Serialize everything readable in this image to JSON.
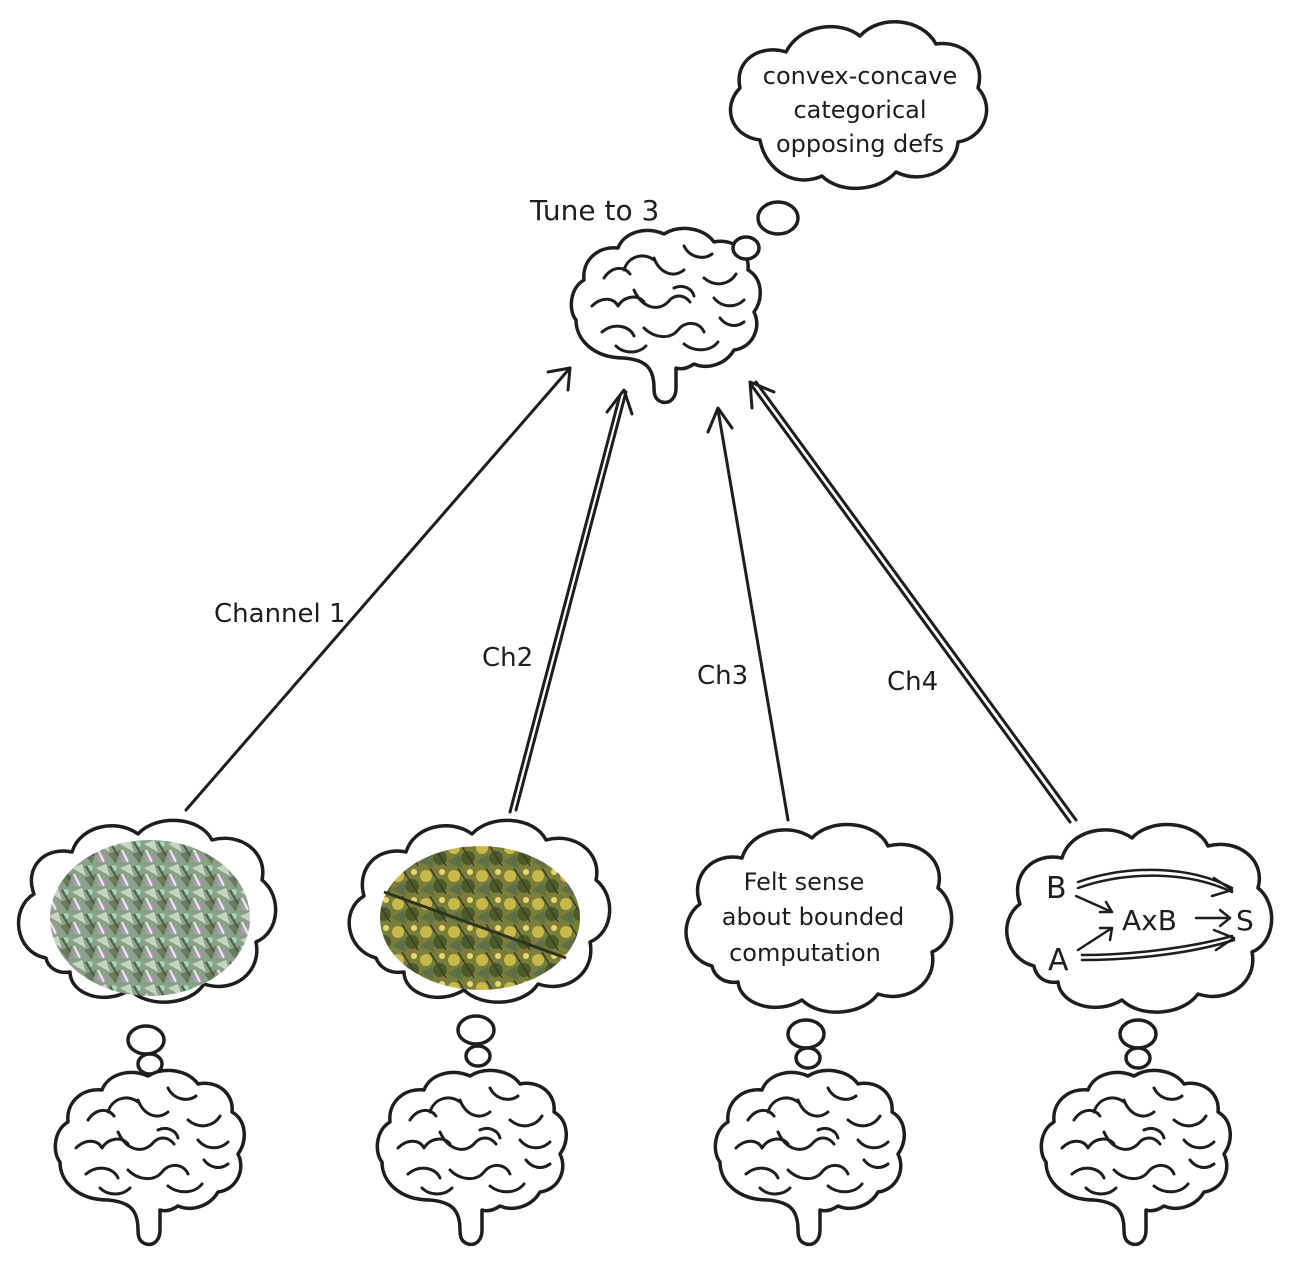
{
  "top": {
    "title": "Tune to 3",
    "thought_lines": [
      "convex-concave",
      "categorical",
      "opposing defs"
    ]
  },
  "channels": [
    {
      "label": "Channel 1",
      "thought": "image"
    },
    {
      "label": "Ch2",
      "thought": "image"
    },
    {
      "label": "Ch3",
      "thought_lines": [
        "Felt sense",
        "about bounded",
        "computation"
      ]
    },
    {
      "label": "Ch4",
      "diagram": {
        "b": "B",
        "a": "A",
        "product": "AxB",
        "target": "S"
      }
    }
  ],
  "icons": [
    "brain-icon",
    "thought-cloud-icon",
    "arrow-icon"
  ]
}
